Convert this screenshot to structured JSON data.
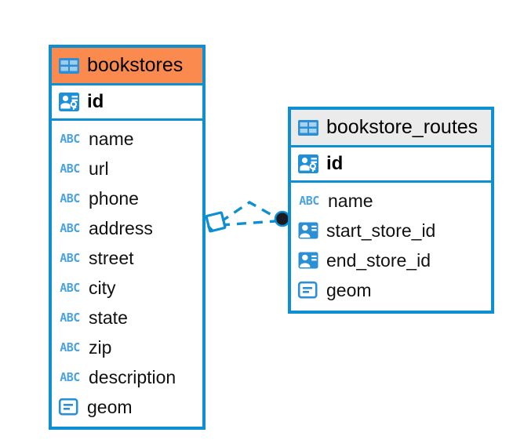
{
  "diagram": {
    "type": "entity-relationship-diagram",
    "background": "#ffffff",
    "accent_color": "#0d8fd1",
    "highlight_color": "#fb8a4f",
    "header_grey": "#ebebeb",
    "icon_names": {
      "table": "table-grid-icon",
      "primary_key": "primary-key-icon",
      "foreign_key": "foreign-key-icon",
      "text": "abc-text-type-icon",
      "geometry": "geometry-type-icon"
    },
    "abc_glyph": "ABC"
  },
  "entities": [
    {
      "id": "bookstores",
      "name": "bookstores",
      "header_style": "orange",
      "primary_key": {
        "label": "id",
        "icon": "primary-key-icon"
      },
      "fields": [
        {
          "label": "name",
          "icon": "abc-text-type-icon"
        },
        {
          "label": "url",
          "icon": "abc-text-type-icon"
        },
        {
          "label": "phone",
          "icon": "abc-text-type-icon"
        },
        {
          "label": "address",
          "icon": "abc-text-type-icon"
        },
        {
          "label": "street",
          "icon": "abc-text-type-icon"
        },
        {
          "label": "city",
          "icon": "abc-text-type-icon"
        },
        {
          "label": "state",
          "icon": "abc-text-type-icon"
        },
        {
          "label": "zip",
          "icon": "abc-text-type-icon"
        },
        {
          "label": "description",
          "icon": "abc-text-type-icon"
        },
        {
          "label": "geom",
          "icon": "geometry-type-icon"
        }
      ]
    },
    {
      "id": "bookstore_routes",
      "name": "bookstore_routes",
      "header_style": "grey",
      "primary_key": {
        "label": "id",
        "icon": "primary-key-icon"
      },
      "fields": [
        {
          "label": "name",
          "icon": "abc-text-type-icon"
        },
        {
          "label": "start_store_id",
          "icon": "foreign-key-icon"
        },
        {
          "label": "end_store_id",
          "icon": "foreign-key-icon"
        },
        {
          "label": "geom",
          "icon": "geometry-type-icon"
        }
      ]
    }
  ],
  "relationship": {
    "name": "bookstores-to-bookstore-routes-relation",
    "from_entity": "bookstores",
    "to_entity": "bookstore_routes",
    "line_style": "dashed",
    "line_color": "#0d8fd1",
    "source_marker": "diamond",
    "target_marker": "filled-circle",
    "target_marker_color": "#1a1a22"
  }
}
